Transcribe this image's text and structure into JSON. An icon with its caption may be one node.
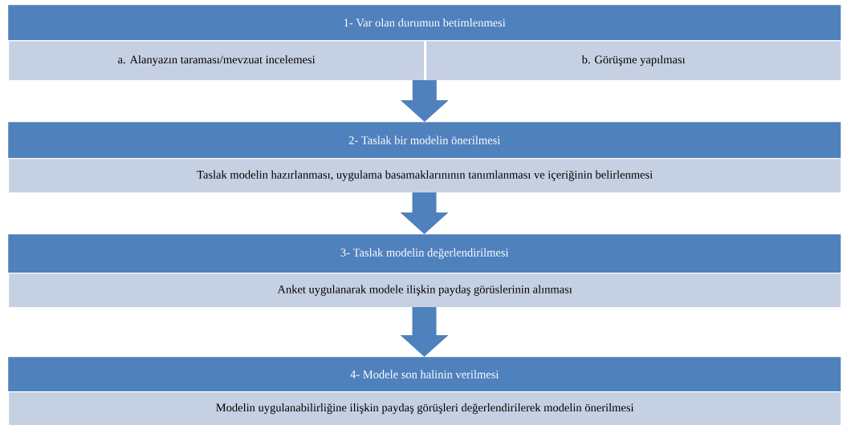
{
  "diagram": {
    "nodes": [
      {
        "text": [
          "1- Var olan durumun betimlenmesi"
        ]
      },
      {
        "text": [
          "a. Alanyazın taraması/mevzuat incelemesi"
        ]
      },
      {
        "text": [
          "b. Görüşme yapılması"
        ]
      },
      {
        "text": [
          "2- Taslak bir modelin önerilmesi"
        ]
      },
      {
        "text": [
          "Taslak modelin hazırlanması, uygulama basamaklarınının tanımlanması ve içeriğinin belirlenmesi"
        ]
      },
      {
        "text": [
          "3- Taslak modelin değerlendirilmesi"
        ]
      },
      {
        "text": [
          "Anket uygulanarak modele ilişkin paydaş görüslerinin alınması"
        ]
      },
      {
        "text": [
          "4- Modele son halinin verilmesi"
        ]
      },
      {
        "text": [
          "Modelin uygulanabilirliğine ilişkin paydaş görüşleri değerlendirilerek modelin önerilmesi"
        ]
      }
    ],
    "edges": [
      {
        "from": 1,
        "to": 3,
        "arrow": "to"
      },
      {
        "from": 2,
        "to": 3,
        "arrow": "to"
      },
      {
        "from": 4,
        "to": 5,
        "arrow": "to"
      },
      {
        "from": 6,
        "to": 7,
        "arrow": "to"
      }
    ]
  }
}
